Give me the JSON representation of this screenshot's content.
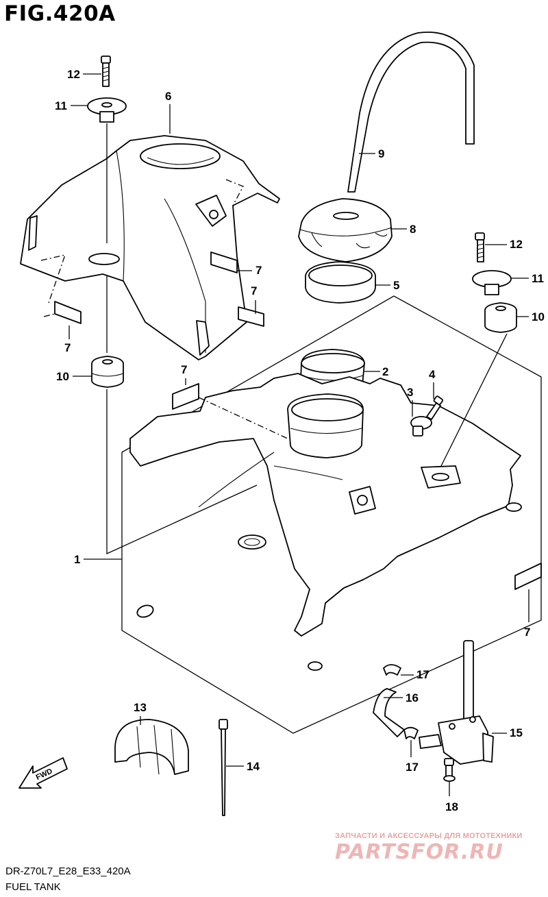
{
  "figure": {
    "title": "FIG.420A",
    "model_code": "DR-Z70L7_E28_E33_420A",
    "name": "FUEL TANK"
  },
  "callouts": [
    {
      "id": "c1",
      "label": "1"
    },
    {
      "id": "c2",
      "label": "2"
    },
    {
      "id": "c3",
      "label": "3"
    },
    {
      "id": "c4",
      "label": "4"
    },
    {
      "id": "c5",
      "label": "5"
    },
    {
      "id": "c6",
      "label": "6"
    },
    {
      "id": "c7a",
      "label": "7"
    },
    {
      "id": "c7b",
      "label": "7"
    },
    {
      "id": "c7c",
      "label": "7"
    },
    {
      "id": "c7d",
      "label": "7"
    },
    {
      "id": "c7e",
      "label": "7"
    },
    {
      "id": "c8",
      "label": "8"
    },
    {
      "id": "c9",
      "label": "9"
    },
    {
      "id": "c10a",
      "label": "10"
    },
    {
      "id": "c10b",
      "label": "10"
    },
    {
      "id": "c11a",
      "label": "11"
    },
    {
      "id": "c11b",
      "label": "11"
    },
    {
      "id": "c12a",
      "label": "12"
    },
    {
      "id": "c12b",
      "label": "12"
    },
    {
      "id": "c13",
      "label": "13"
    },
    {
      "id": "c14",
      "label": "14"
    },
    {
      "id": "c15",
      "label": "15"
    },
    {
      "id": "c16",
      "label": "16"
    },
    {
      "id": "c17a",
      "label": "17"
    },
    {
      "id": "c17b",
      "label": "17"
    },
    {
      "id": "c18",
      "label": "18"
    }
  ],
  "fwd_label": "FWD",
  "watermark": {
    "tagline": "ЗАПЧАСТИ И АКСЕССУАРЫ ДЛЯ МОТОТЕХНИКИ",
    "brand": "PARTSFOR.RU",
    "color": "#efb5b5"
  }
}
